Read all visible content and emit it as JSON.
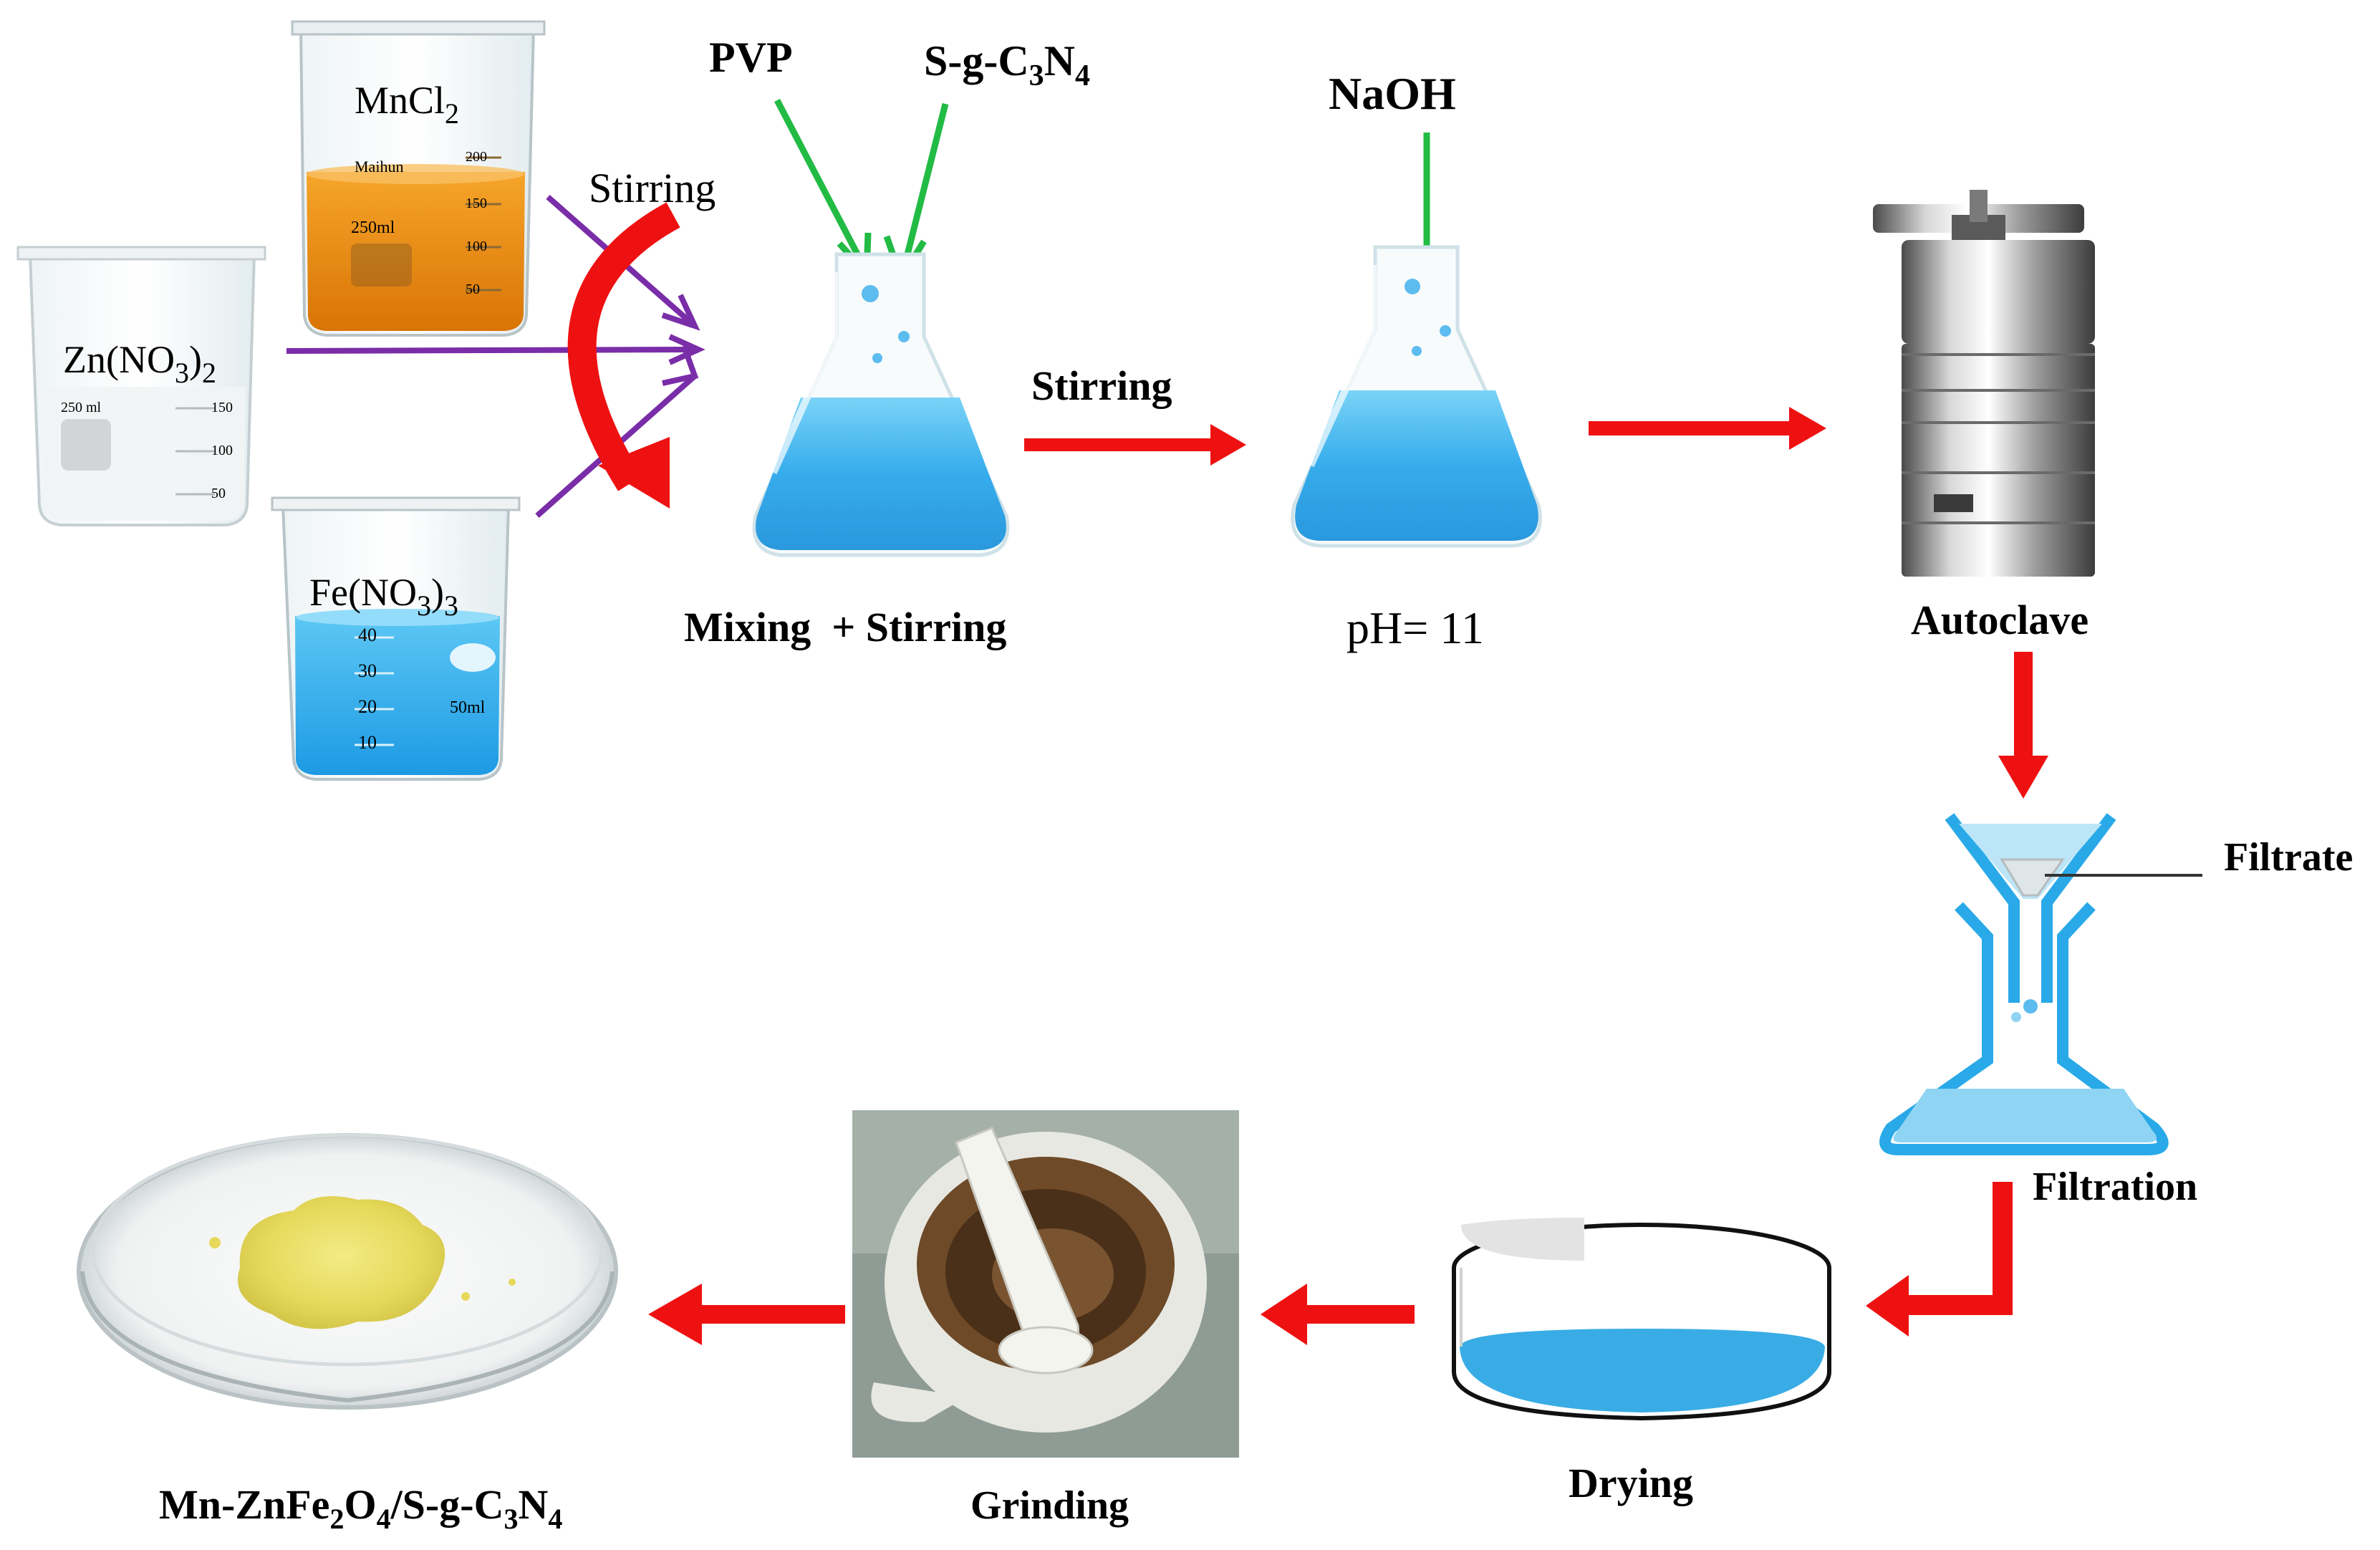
{
  "reagents": {
    "mncl2": "MnCl",
    "mncl2_sub": "2",
    "zn_pre": "Zn(NO",
    "zn_sub1": "3",
    "zn_post": ")",
    "zn_sub2": "2",
    "fe_pre": "Fe(NO",
    "fe_sub1": "3",
    "fe_post": ")",
    "fe_sub2": "3",
    "pvp": "PVP",
    "sgcn_pre": "S-g-C",
    "sgcn_sub1": "3",
    "sgcn_mid": "N",
    "sgcn_sub2": "4",
    "naoh": "NaOH"
  },
  "beaker_marks": {
    "mncl2_brand": "Maihun",
    "mncl2_volume": "250ml",
    "mncl2_ticks": [
      "200",
      "150",
      "100",
      "50"
    ],
    "zn_volume": "250 ml",
    "zn_ticks": [
      "150",
      "100",
      "50"
    ],
    "fe_ticks": [
      "40",
      "30",
      "20",
      "10"
    ],
    "fe_volume": "50ml"
  },
  "steps": {
    "stirring_1": "Stirring",
    "mixing": "Mixing  + Stirring",
    "stirring_2": "Stirring",
    "ph": "pH= 11",
    "autoclave": "Autoclave",
    "filtrate": "Filtrate",
    "filtration": "Filtration",
    "drying": "Drying",
    "grinding": "Grinding"
  },
  "product": {
    "p1": "Mn-ZnFe",
    "s1": "2",
    "p2": "O",
    "s2": "4",
    "p3": "/S-g-C",
    "s3": "3",
    "p4": "N",
    "s4": "4"
  },
  "colors": {
    "flow_arrow": "#ee1111",
    "reagent_arrow": "#22bb44",
    "mixing_arrow": "#7a2da8",
    "stirring_text": "#1a237e",
    "solution_blue": "#29a9e8",
    "mncl2_orange": "#e88a0f",
    "product_yellow": "#e8e06a"
  }
}
